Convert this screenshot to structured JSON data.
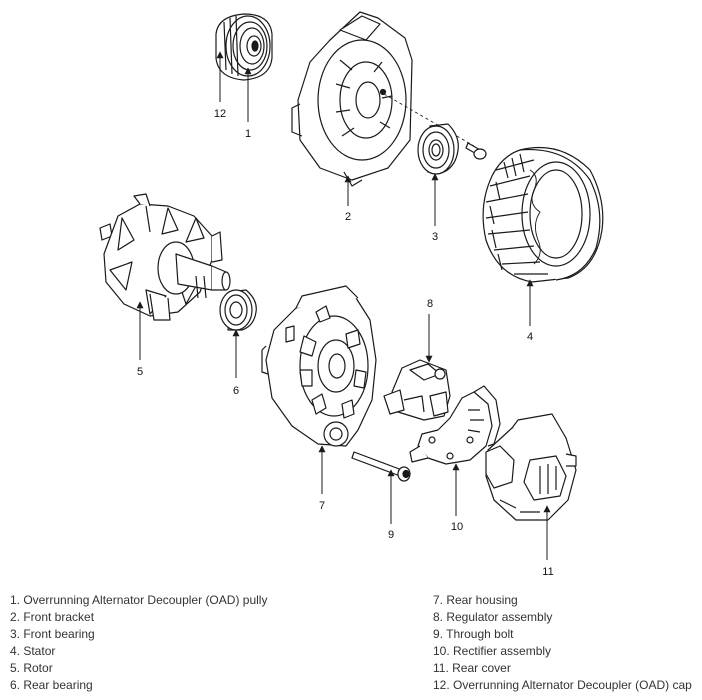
{
  "callouts": {
    "c1": "1",
    "c2": "2",
    "c3": "3",
    "c4": "4",
    "c5": "5",
    "c6": "6",
    "c7": "7",
    "c8": "8",
    "c9": "9",
    "c10": "10",
    "c11": "11",
    "c12": "12"
  },
  "legend": {
    "left": [
      "1. Overrunning Alternator Decoupler (OAD) pully",
      "2. Front bracket",
      "3. Front bearing",
      "4. Stator",
      "5. Rotor",
      "6. Rear bearing"
    ],
    "right": [
      "7. Rear housing",
      "8. Regulator assembly",
      "9. Through bolt",
      "10. Rectifier assembly",
      "11. Rear cover",
      "12. Overrunning Alternator Decoupler (OAD) cap"
    ]
  },
  "colors": {
    "line": "#1a1a1a",
    "fill": "#ffffff",
    "text": "#333333"
  }
}
